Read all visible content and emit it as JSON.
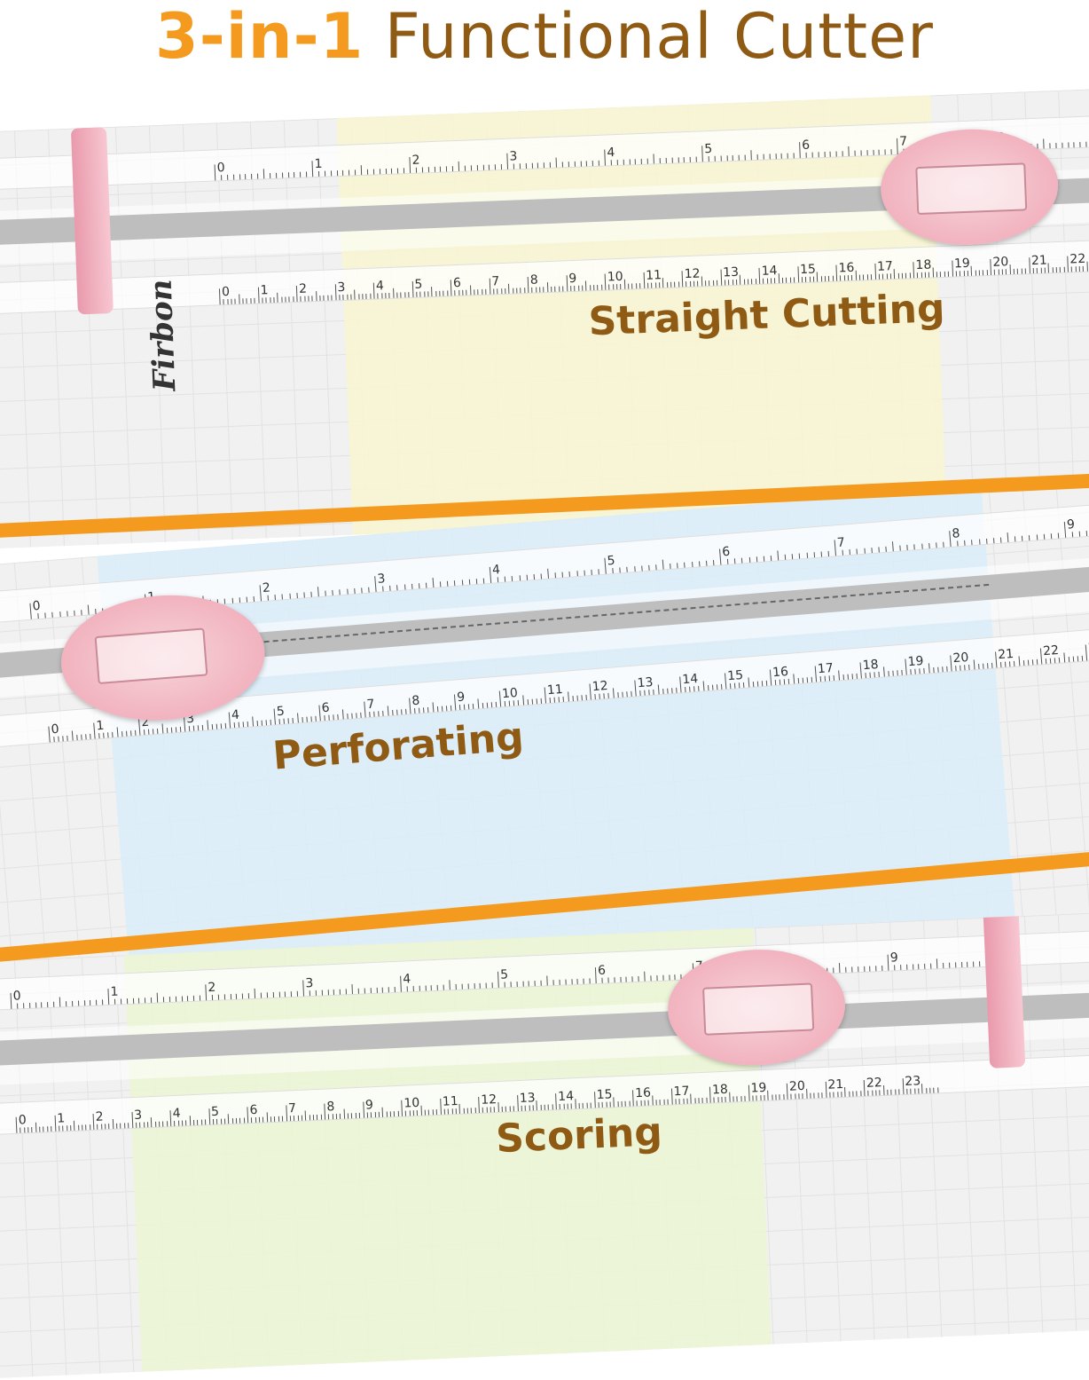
{
  "title": {
    "highlight": "3-in-1",
    "rest": " Functional Cutter"
  },
  "brand_logo": "Firbon",
  "colors": {
    "accent": "#f39a1f",
    "text_brown": "#8f5a14",
    "carriage_pink": "#f1b3bf"
  },
  "panels": [
    {
      "label": "Straight Cutting",
      "paper_color": "#f7f5d2"
    },
    {
      "label": "Perforating",
      "paper_color": "#dcedf8"
    },
    {
      "label": "Scoring",
      "paper_color": "#ebf5d4"
    }
  ],
  "rulers": {
    "inch_labels": [
      "0",
      "1",
      "2",
      "3",
      "4",
      "5",
      "6",
      "7",
      "8",
      "9"
    ],
    "cm_labels": [
      "0",
      "1",
      "2",
      "3",
      "4",
      "5",
      "6",
      "7",
      "8",
      "9",
      "10",
      "11",
      "12",
      "13",
      "14",
      "15",
      "16",
      "17",
      "18",
      "19",
      "20",
      "21",
      "22",
      "23"
    ]
  }
}
